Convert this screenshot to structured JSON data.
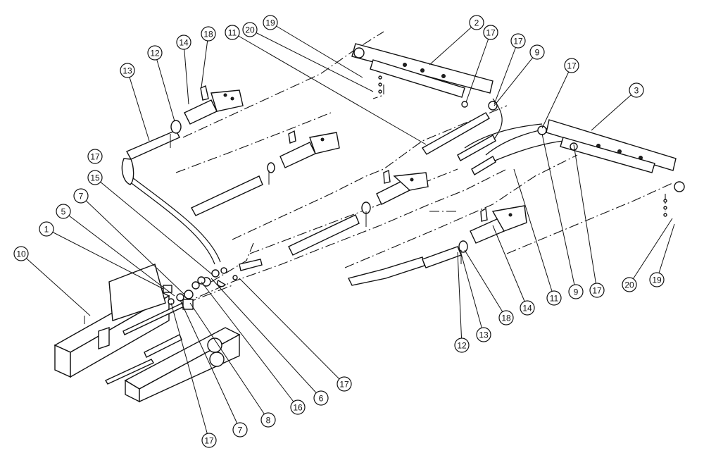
{
  "diagram": {
    "callouts": [
      "1",
      "2",
      "3",
      "5",
      "6",
      "7",
      "7",
      "8",
      "9",
      "9",
      "10",
      "11",
      "11",
      "11",
      "12",
      "12",
      "13",
      "13",
      "14",
      "14",
      "15",
      "16",
      "17",
      "17",
      "17",
      "17",
      "17",
      "17",
      "17",
      "17",
      "18",
      "18",
      "19",
      "19",
      "20",
      "20"
    ]
  }
}
